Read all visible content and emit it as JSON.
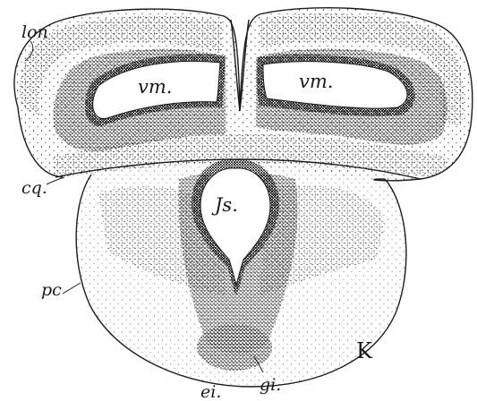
{
  "figure": {
    "labels": {
      "lon": "lon",
      "vm_left": "vm.",
      "vm_right": "vm.",
      "cq": "cq.",
      "js": "Js.",
      "pc": "pc",
      "ei": "ei.",
      "gi": "gi."
    },
    "monogram": "K"
  }
}
